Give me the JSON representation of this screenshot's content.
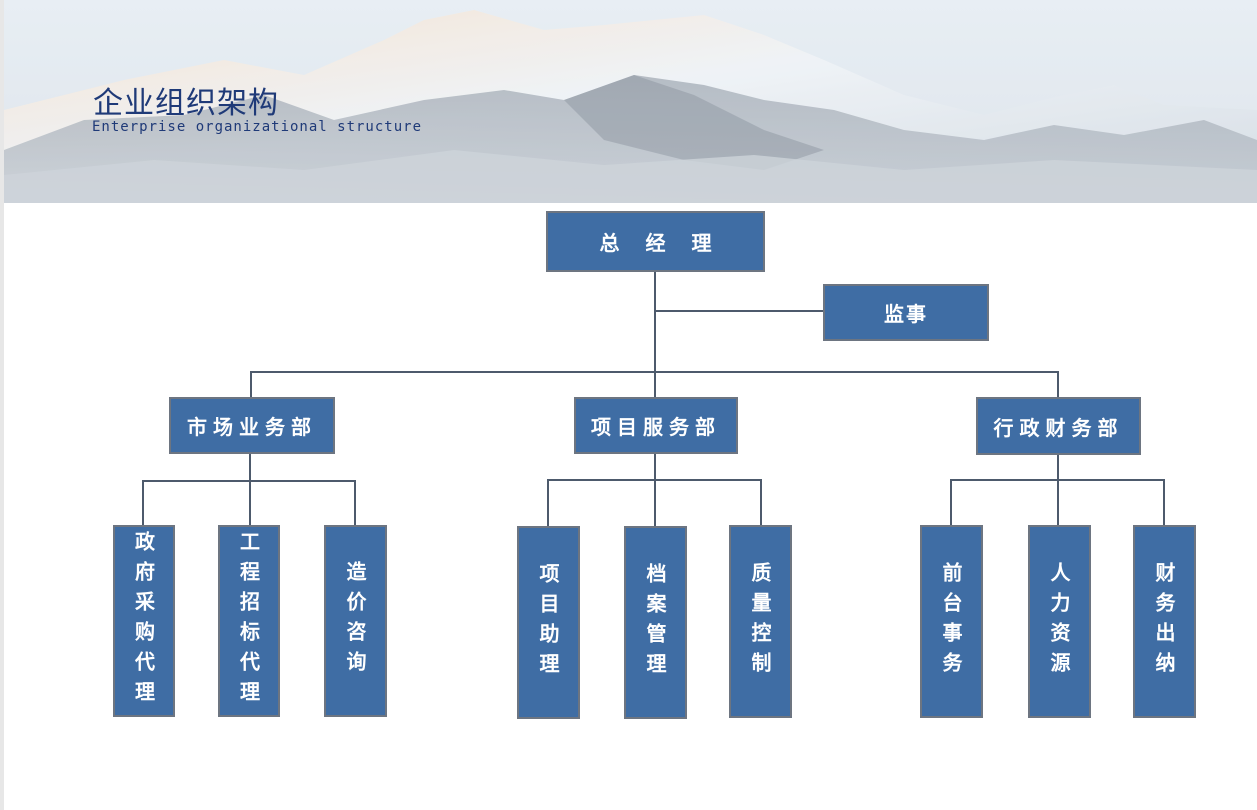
{
  "title": "企业组织架构",
  "subtitle": "Enterprise organizational structure",
  "org": {
    "root": "总经理",
    "supervisor": "监事",
    "departments": [
      {
        "name": "市场业务部",
        "units": [
          "政府采购代理",
          "工程招标代理",
          "造价咨询"
        ]
      },
      {
        "name": "项目服务部",
        "units": [
          "项目助理",
          "档案管理",
          "质量控制"
        ]
      },
      {
        "name": "行政财务部",
        "units": [
          "前台事务",
          "人力资源",
          "财务出纳"
        ]
      }
    ]
  },
  "colors": {
    "box_fill": "#3f6da4",
    "box_border": "#6d7581",
    "connector": "#4d5a6c",
    "title": "#1f3a78"
  }
}
